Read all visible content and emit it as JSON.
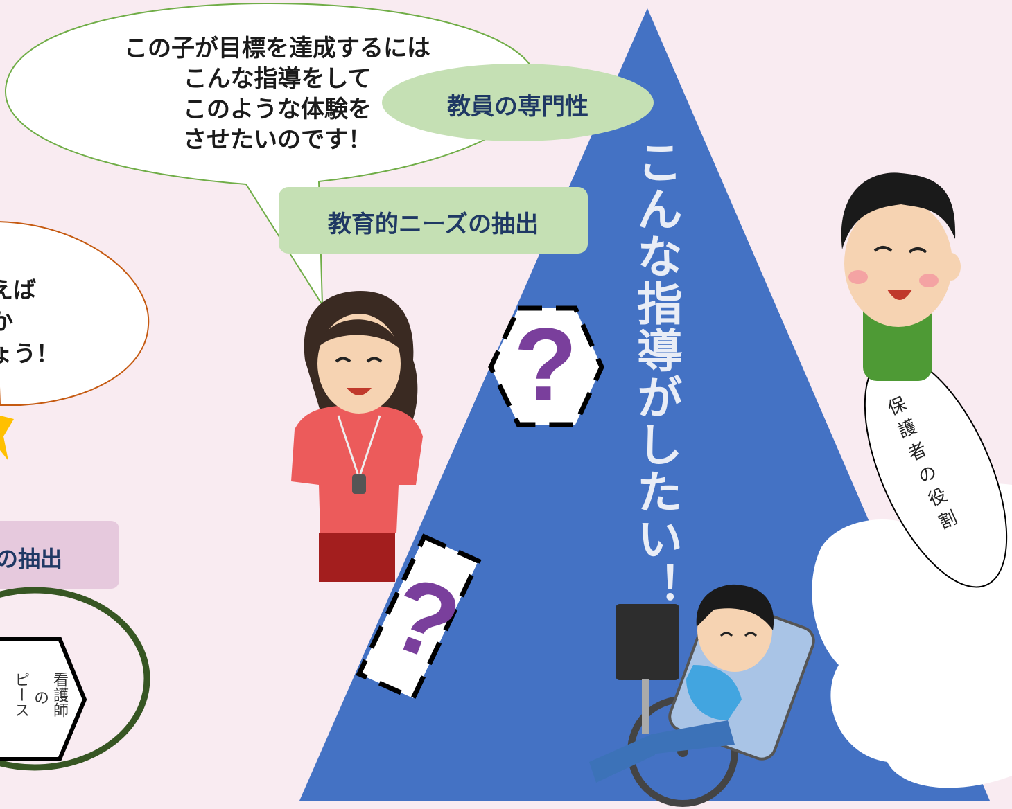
{
  "teacher_bubble": {
    "lines": [
      "この子が目標を達成するには",
      "こんな指導をして",
      "このような体験を",
      "させたいのです！"
    ]
  },
  "expertise_tag": {
    "label": "教員の専門性"
  },
  "needs_tag": {
    "label": "教育的ニーズの抽出"
  },
  "left_bubble": {
    "lines": [
      "えば",
      "か",
      "ょう！"
    ]
  },
  "left_tag": {
    "label": "の抽出"
  },
  "triangle_text": {
    "label": "こんな指導がしたい！"
  },
  "guardian_role": {
    "label": "保護者の役割"
  },
  "nurse_shape": {
    "col1": "看護師",
    "col2": "の",
    "col3": "ピース"
  },
  "question_mark": {
    "symbol": "?"
  },
  "colors": {
    "background": "#f9ebf1",
    "triangle": "#4472c4",
    "tag_green": "#c5e0b4",
    "tag_pink": "#e6c9dd",
    "question_purple": "#7a3f9c",
    "ellipse_green": "#375623",
    "bubble_orange": "#c55a11"
  }
}
